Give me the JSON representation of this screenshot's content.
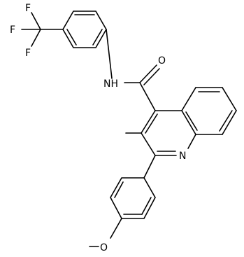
{
  "atoms": {
    "f1": "F",
    "f2": "F",
    "f3": "F",
    "nh": "NH",
    "o_carbonyl": "O",
    "methyl": "CH3",
    "n_ring": "N",
    "o_methoxy": "O"
  },
  "colors": {
    "bond": "#000000",
    "background": "#ffffff"
  }
}
